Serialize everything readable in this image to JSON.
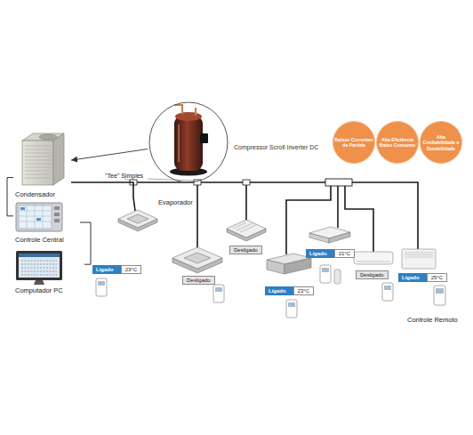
{
  "diagram": {
    "nodes": [
      {
        "text": [
          "Compressor Scroll Inverter DC"
        ]
      },
      {
        "text": [
          "Baixas Correntes de Partida"
        ]
      },
      {
        "text": [
          "Alta Eficiência Baixo Consumo"
        ]
      },
      {
        "text": [
          "Alta Confiabilidade e Durabilidade"
        ]
      },
      {
        "text": [
          "Condensador"
        ]
      },
      {
        "text": [
          "Controle Central"
        ]
      },
      {
        "text": [
          "Computador PC"
        ]
      },
      {
        "text": [
          "Evaporador"
        ]
      },
      {
        "text": [
          "Ligado",
          "23°C"
        ]
      },
      {
        "text": [
          "Desligado"
        ]
      },
      {
        "text": [
          "Desligado"
        ]
      },
      {
        "text": [
          "Ligado",
          "23°C"
        ]
      },
      {
        "text": [
          "Ligado",
          "21°C"
        ]
      },
      {
        "text": [
          "Desligado"
        ]
      },
      {
        "text": [
          "Ligado",
          "25°C"
        ]
      },
      {
        "text": [
          "Controle Remoto"
        ]
      }
    ],
    "edges": [
      {
        "from": 0,
        "to": 4,
        "arrow": "to"
      },
      {
        "from": 4,
        "to": 7,
        "arrow": "none"
      },
      {
        "from": 4,
        "to": 5,
        "arrow": "none"
      },
      {
        "from": 5,
        "to": 6,
        "arrow": "none"
      }
    ],
    "labels": [
      "\"Tee\" Simples"
    ]
  }
}
